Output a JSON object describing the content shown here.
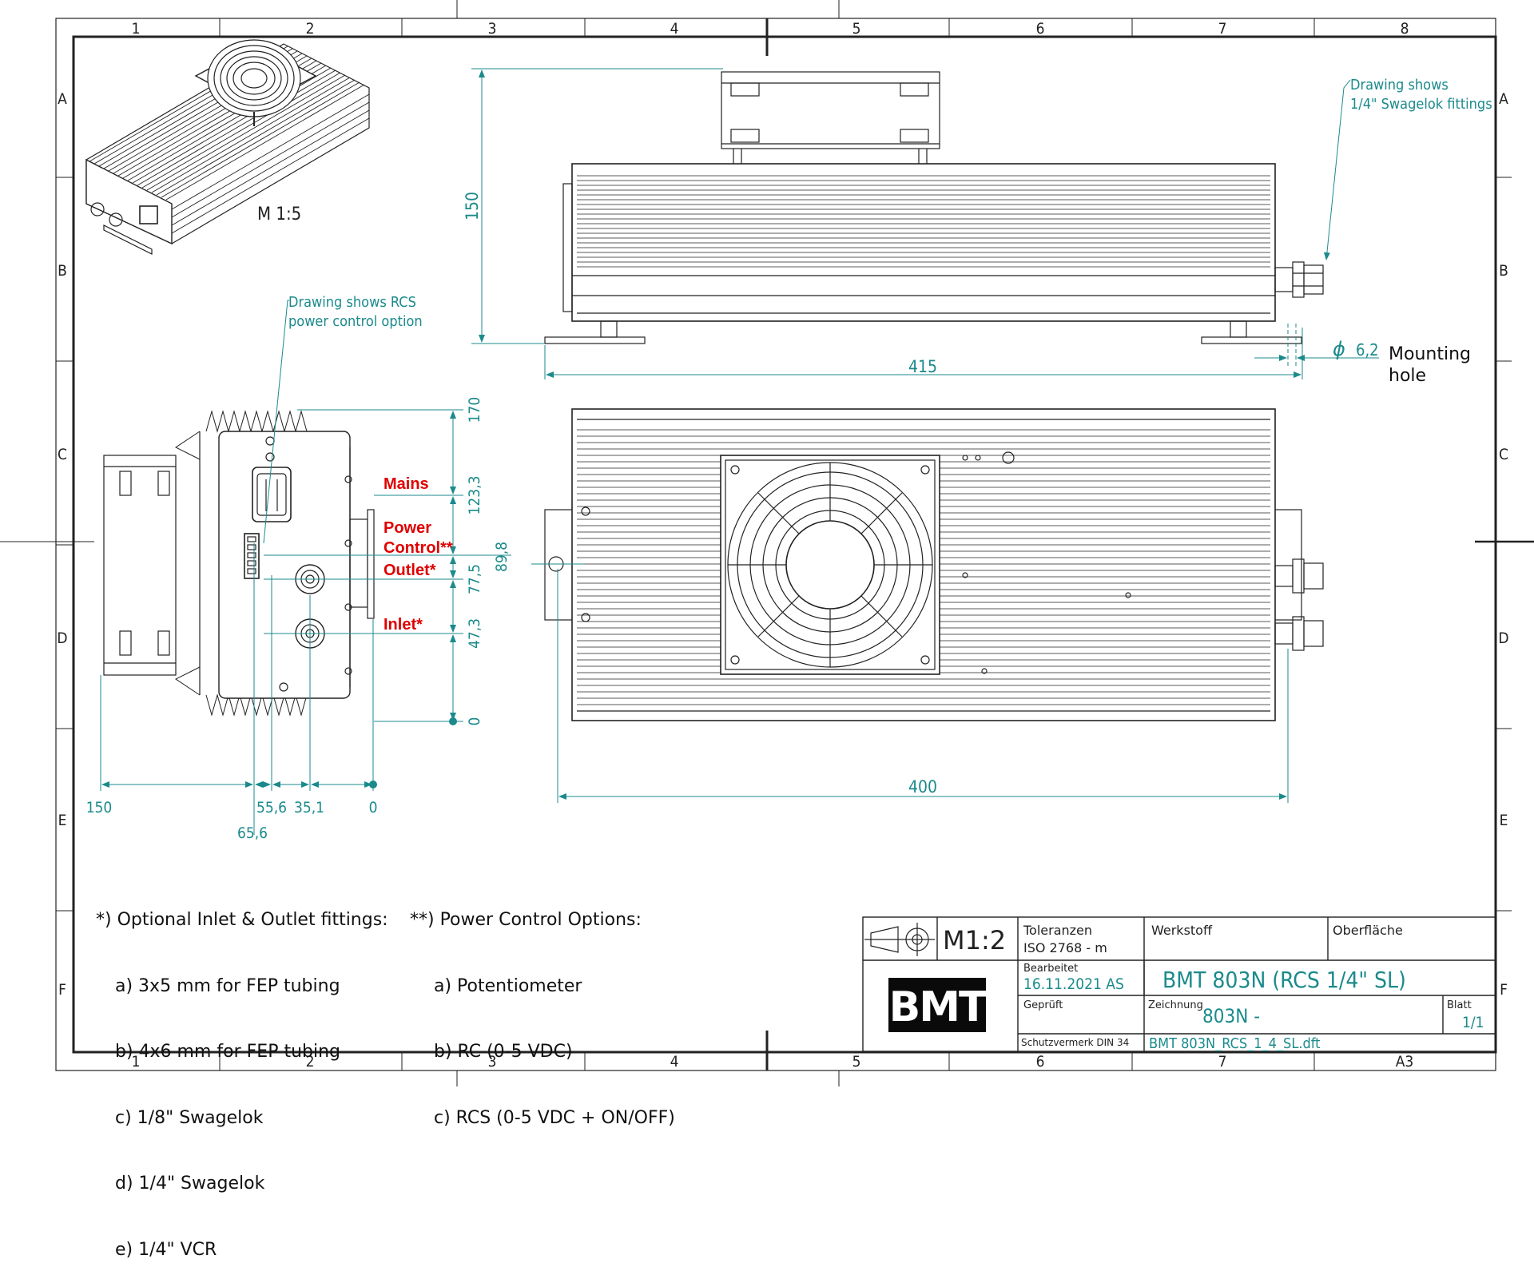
{
  "frame": {
    "columns": [
      "1",
      "2",
      "3",
      "4",
      "5",
      "6",
      "7",
      "8"
    ],
    "rows": [
      "A",
      "B",
      "C",
      "D",
      "E",
      "F"
    ],
    "bottom_columns": [
      "1",
      "2",
      "3",
      "4",
      "5",
      "6",
      "7",
      "A3"
    ]
  },
  "iso_view": {
    "scale_label": "M 1:5"
  },
  "side_view": {
    "height_dim": "150",
    "length_dim": "415",
    "hole_symbol": "ϕ",
    "hole_dim": "6,2",
    "hole_label_line1": "Mounting",
    "hole_label_line2": "hole",
    "fittings_note_line1": "Drawing shows",
    "fittings_note_line2": "1/4\" Swagelok fittings"
  },
  "top_view": {
    "length_dim": "400"
  },
  "end_view": {
    "note_line1": "Drawing shows RCS",
    "note_line2": "power control option",
    "vertical_dims": [
      "170",
      "123,3",
      "89,8",
      "77,5",
      "47,3",
      "0"
    ],
    "horizontal_dims": [
      "150",
      "55,6",
      "35,1",
      "0",
      "65,6"
    ],
    "labels": {
      "mains": "Mains",
      "power_control_1": "Power",
      "power_control_2": "Control**",
      "outlet": "Outlet*",
      "inlet": "Inlet*"
    }
  },
  "notes_left": {
    "title": "*) Optional Inlet & Outlet fittings:",
    "items": [
      "a) 3x5 mm for FEP tubing",
      "b) 4x6 mm for FEP tubing",
      "c) 1/8\" Swagelok",
      "d) 1/4\" Swagelok",
      "e) 1/4\" VCR"
    ]
  },
  "notes_right": {
    "title": "**) Power Control Options:",
    "items": [
      "a) Potentiometer",
      "b) RC (0-5 VDC)",
      "c) RCS (0-5 VDC + ON/OFF)"
    ]
  },
  "title_block": {
    "scale": "M1:2",
    "toleranzen_label": "Toleranzen",
    "toleranzen_value": "ISO 2768 - m",
    "werkstoff_label": "Werkstoff",
    "oberflaeche_label": "Oberfläche",
    "bearbeitet_label": "Bearbeitet",
    "bearbeitet_value": "16.11.2021 AS",
    "title": "BMT 803N (RCS 1/4\" SL)",
    "geprueft_label": "Geprüft",
    "zeichnung_label": "Zeichnung",
    "zeichnung_value": "803N -",
    "blatt_label": "Blatt",
    "blatt_value": "1/1",
    "schutz_label": "Schutzvermerk DIN 34",
    "filename": "BMT 803N_RCS_1_4_SL.dft",
    "logo": "BMT"
  },
  "colors": {
    "dimension": "#1b8a8c",
    "callout": "#e00000",
    "line": "#111111"
  }
}
